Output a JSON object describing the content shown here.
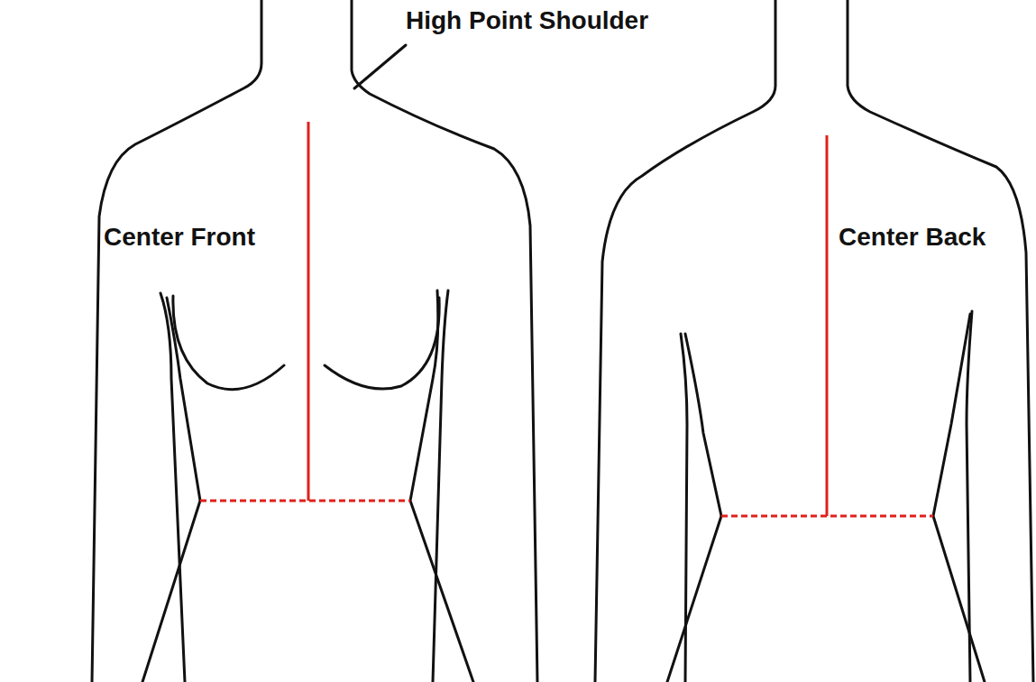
{
  "diagram": {
    "labels": [
      "High Point Shoulder",
      "Center Front",
      "Center Back"
    ]
  }
}
